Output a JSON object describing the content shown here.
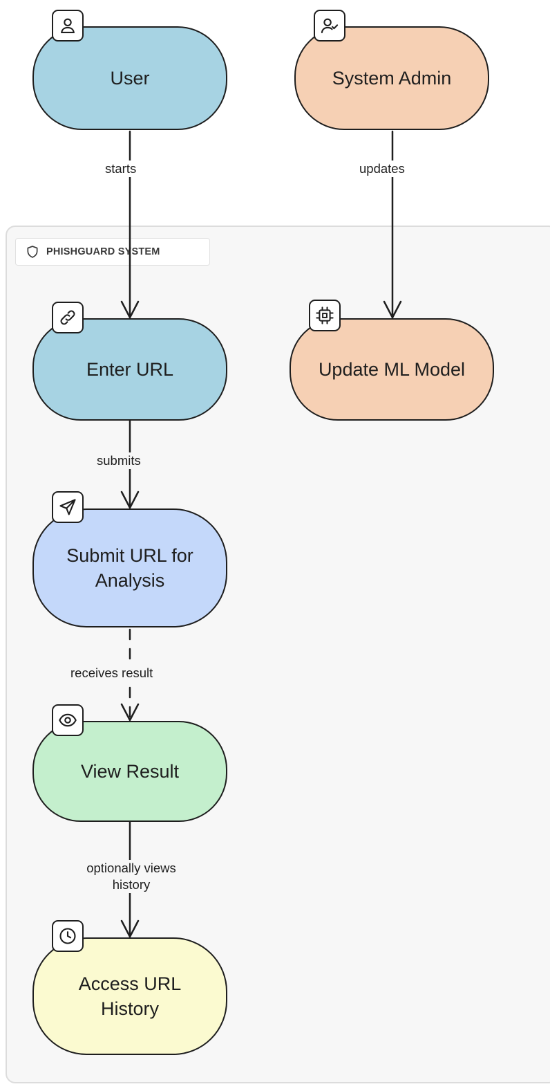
{
  "group": {
    "title": "PHISHGUARD SYSTEM",
    "icon": "shield-icon"
  },
  "nodes": [
    {
      "id": "user",
      "label": "User",
      "icon": "user-icon",
      "fill": "#a7d3e3"
    },
    {
      "id": "system-admin",
      "label": "System Admin",
      "icon": "user-check-icon",
      "fill": "#f6d0b4"
    },
    {
      "id": "enter-url",
      "label": "Enter URL",
      "icon": "link-icon",
      "fill": "#a7d3e3"
    },
    {
      "id": "update-ml-model",
      "label": "Update ML Model",
      "icon": "cpu-icon",
      "fill": "#f6d0b4"
    },
    {
      "id": "submit-url",
      "label": "Submit URL for Analysis",
      "icon": "send-icon",
      "fill": "#c4d8fa"
    },
    {
      "id": "view-result",
      "label": "View Result",
      "icon": "eye-icon",
      "fill": "#c4efcd"
    },
    {
      "id": "access-history",
      "label": "Access URL History",
      "icon": "clock-icon",
      "fill": "#fbfad0"
    }
  ],
  "edges": [
    {
      "from": "user",
      "to": "enter-url",
      "label": "starts",
      "style": "solid"
    },
    {
      "from": "system-admin",
      "to": "update-ml-model",
      "label": "updates",
      "style": "solid"
    },
    {
      "from": "enter-url",
      "to": "submit-url",
      "label": "submits",
      "style": "solid"
    },
    {
      "from": "submit-url",
      "to": "view-result",
      "label": "receives result",
      "style": "dashed"
    },
    {
      "from": "view-result",
      "to": "access-history",
      "label": "optionally views history",
      "style": "solid"
    }
  ]
}
